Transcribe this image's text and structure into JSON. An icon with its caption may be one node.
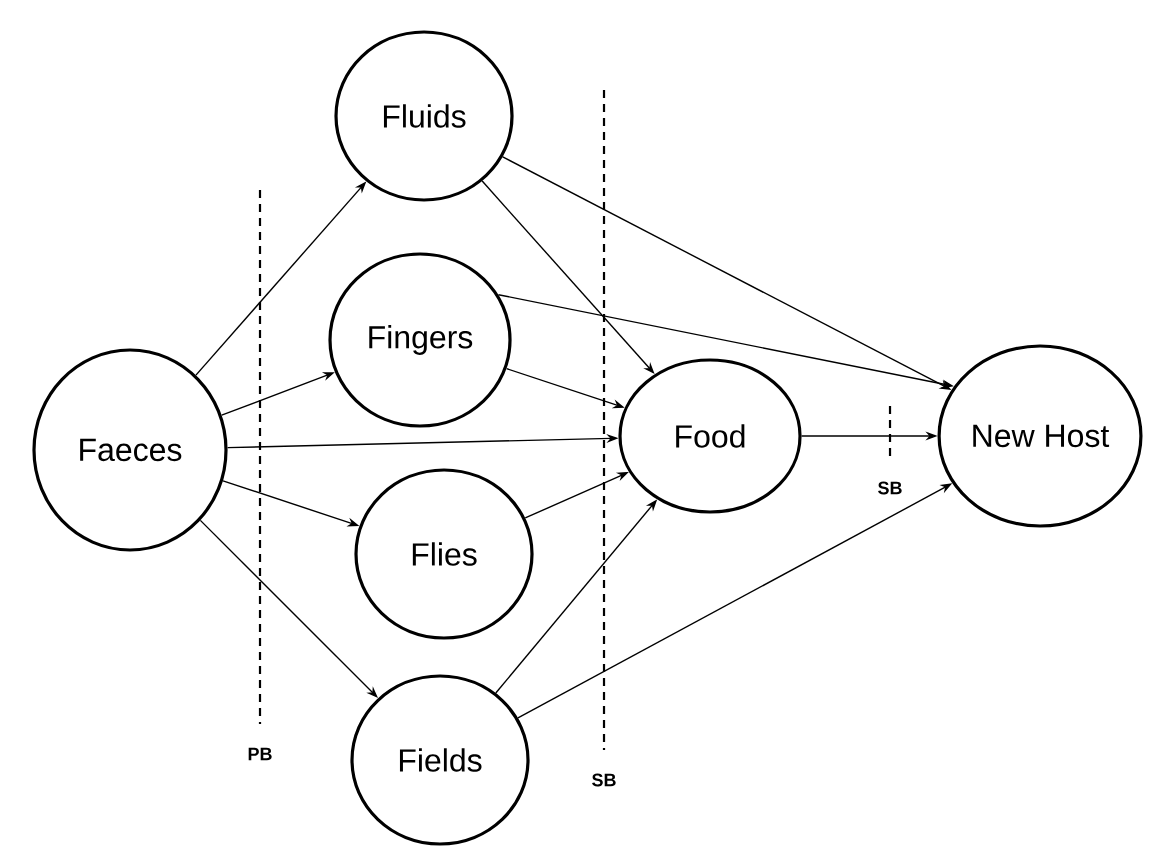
{
  "diagram": {
    "nodes": [
      {
        "text": [
          "Faeces"
        ]
      },
      {
        "text": [
          "Fluids"
        ]
      },
      {
        "text": [
          "Fingers"
        ]
      },
      {
        "text": [
          "Flies"
        ]
      },
      {
        "text": [
          "Fields"
        ]
      },
      {
        "text": [
          "Food"
        ]
      },
      {
        "text": [
          "New Host"
        ]
      }
    ],
    "edges": [
      {
        "from": 0,
        "to": 1,
        "arrow": "to"
      },
      {
        "from": 0,
        "to": 2,
        "arrow": "to"
      },
      {
        "from": 0,
        "to": 5,
        "arrow": "to"
      },
      {
        "from": 0,
        "to": 3,
        "arrow": "to"
      },
      {
        "from": 0,
        "to": 4,
        "arrow": "to"
      },
      {
        "from": 1,
        "to": 5,
        "arrow": "to"
      },
      {
        "from": 1,
        "to": 6,
        "arrow": "to"
      },
      {
        "from": 2,
        "to": 5,
        "arrow": "to"
      },
      {
        "from": 2,
        "to": 6,
        "arrow": "to"
      },
      {
        "from": 3,
        "to": 5,
        "arrow": "to"
      },
      {
        "from": 4,
        "to": 5,
        "arrow": "to"
      },
      {
        "from": 4,
        "to": 6,
        "arrow": "to"
      },
      {
        "from": 5,
        "to": 6,
        "arrow": "to"
      }
    ],
    "labels": [
      "PB",
      "SB",
      "SB"
    ]
  }
}
